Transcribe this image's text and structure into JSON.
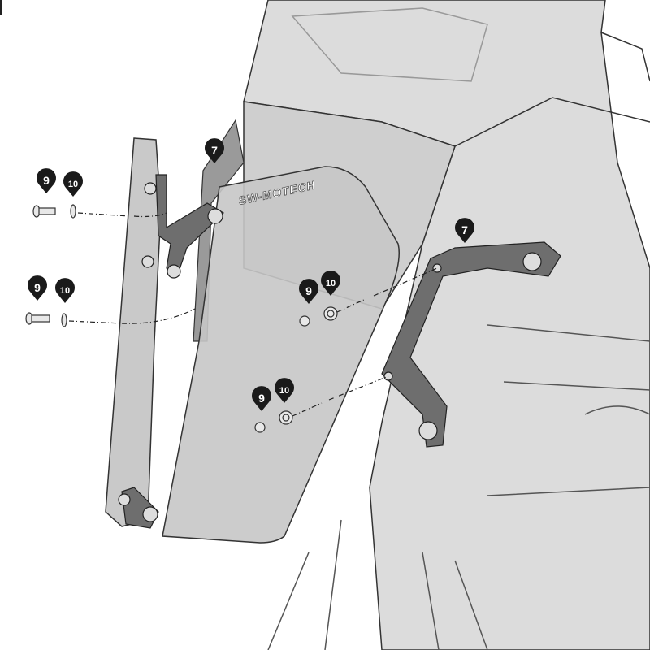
{
  "diagram": {
    "brand_logo": "SW-MOTECH",
    "colors": {
      "callout": "#1a1a1a",
      "fairing": "#d6d6d6",
      "screen": "#c4c4c4",
      "bracket": "#6e6e6e",
      "outline": "#333333"
    },
    "callouts": [
      {
        "id": "bracket-left",
        "label": "7"
      },
      {
        "id": "bracket-right",
        "label": "7"
      },
      {
        "id": "screw-top-left",
        "label": "9"
      },
      {
        "id": "washer-top-left",
        "label": "10"
      },
      {
        "id": "screw-mid-left",
        "label": "9"
      },
      {
        "id": "washer-mid-left",
        "label": "10"
      },
      {
        "id": "screw-center-upper",
        "label": "9"
      },
      {
        "id": "washer-center-upper",
        "label": "10"
      },
      {
        "id": "screw-center-lower",
        "label": "9"
      },
      {
        "id": "washer-center-lower",
        "label": "10"
      }
    ]
  }
}
